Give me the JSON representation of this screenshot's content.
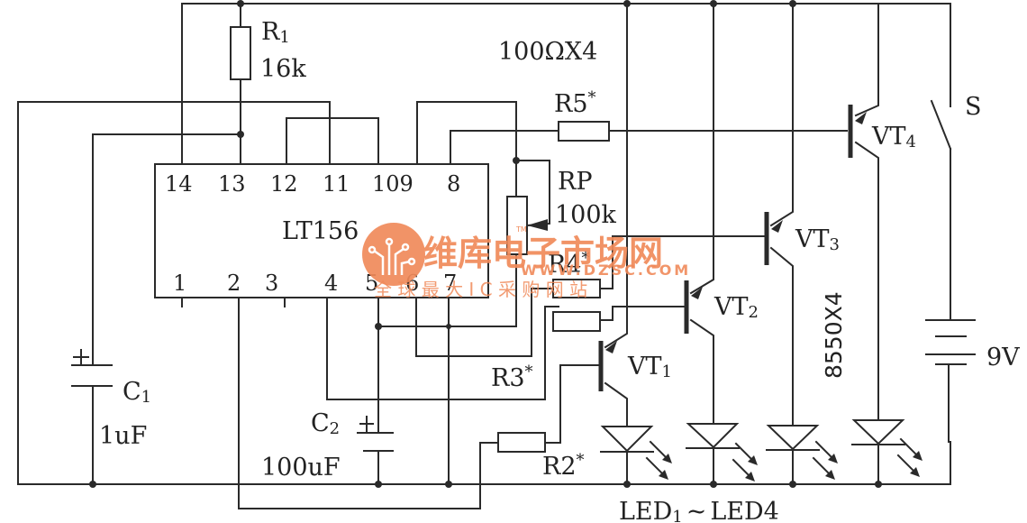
{
  "diagram": {
    "type": "circuit-schematic",
    "ic": {
      "name": "LT156",
      "pins_top": [
        "14",
        "13",
        "12",
        "11",
        "109",
        "8"
      ],
      "pins_bottom": [
        "1",
        "2",
        "3",
        "4",
        "5",
        "6",
        "7"
      ]
    },
    "components": {
      "r1": {
        "ref": "R",
        "sub": "1",
        "value": "16k"
      },
      "r5": {
        "ref": "R5",
        "mark": "*"
      },
      "r4": {
        "ref": "R4",
        "mark": "*"
      },
      "r3": {
        "ref": "R3",
        "mark": "*"
      },
      "r2": {
        "ref": "R2",
        "mark": "*"
      },
      "rp": {
        "ref": "RP",
        "value": "100k"
      },
      "c1": {
        "ref": "C",
        "sub": "1",
        "value": "1uF"
      },
      "c2": {
        "ref": "C",
        "sub": "2",
        "value": "100uF"
      },
      "vt1": {
        "ref": "VT",
        "sub": "1"
      },
      "vt2": {
        "ref": "VT",
        "sub": "2"
      },
      "vt3": {
        "ref": "VT",
        "sub": "3"
      },
      "vt4": {
        "ref": "VT",
        "sub": "4"
      },
      "switch": {
        "ref": "S"
      },
      "battery": {
        "value": "9V"
      },
      "resistor_note": "100ΩX4",
      "transistor_note": "8550X4",
      "leds": {
        "ref_start": "LED",
        "sub_start": "1",
        "tilde": "~",
        "ref_end": "LED",
        "sub_end": "4"
      }
    },
    "watermark": {
      "brand": "维库电子市场网",
      "url": "WWW.DZSC.COM",
      "slogan": "全 球 最 大 I C 采 购 网 站",
      "tm": "TM",
      "color": "#f08a5a"
    }
  }
}
